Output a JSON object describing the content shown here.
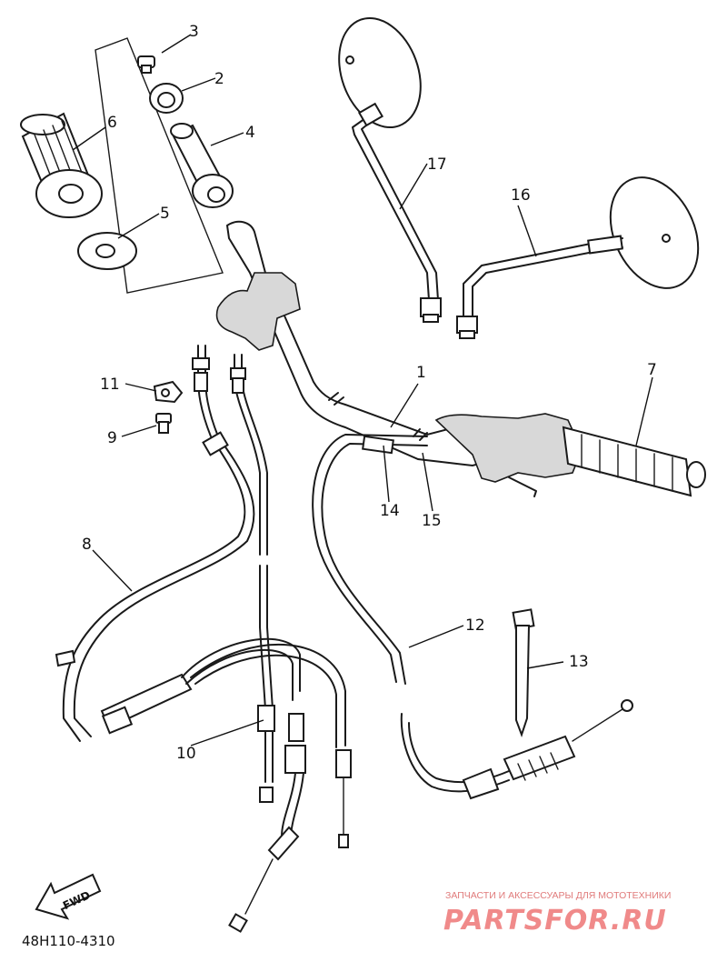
{
  "diagram": {
    "diagram_code": "48H110-4310",
    "forward_arrow_label": "FWD",
    "callouts": [
      {
        "id": "callout-1",
        "label": "1"
      },
      {
        "id": "callout-2",
        "label": "2"
      },
      {
        "id": "callout-3",
        "label": "3"
      },
      {
        "id": "callout-4",
        "label": "4"
      },
      {
        "id": "callout-5",
        "label": "5"
      },
      {
        "id": "callout-6",
        "label": "6"
      },
      {
        "id": "callout-7",
        "label": "7"
      },
      {
        "id": "callout-8",
        "label": "8"
      },
      {
        "id": "callout-9",
        "label": "9"
      },
      {
        "id": "callout-10",
        "label": "10"
      },
      {
        "id": "callout-11",
        "label": "11"
      },
      {
        "id": "callout-12",
        "label": "12"
      },
      {
        "id": "callout-13",
        "label": "13"
      },
      {
        "id": "callout-14",
        "label": "14"
      },
      {
        "id": "callout-15",
        "label": "15"
      },
      {
        "id": "callout-16",
        "label": "16"
      },
      {
        "id": "callout-17",
        "label": "17"
      }
    ]
  },
  "watermark": {
    "tagline": "ЗАПЧАСТИ И АКСЕССУАРЫ ДЛЯ МОТОТЕХНИКИ",
    "site": "PARTSFOR.RU",
    "color": "#f08a8a"
  }
}
